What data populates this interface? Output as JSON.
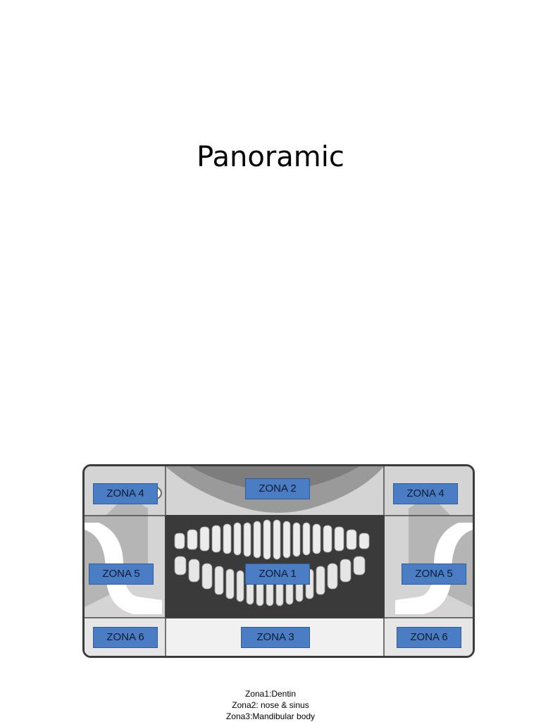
{
  "title": "Panoramic",
  "zones": {
    "zona4_left": "ZONA 4",
    "zona2": "ZONA 2",
    "zona4_right": "ZONA 4",
    "zona5_left": "ZONA 5",
    "zona1": "ZONA 1",
    "zona5_right": "ZONA 5",
    "zona6_left": "ZONA 6",
    "zona3": "ZONA 3",
    "zona6_right": "ZONA 6"
  },
  "legend": [
    "Zona1:Dentin",
    "Zona2: nose & sinus",
    "Zona3:Mandibular body"
  ],
  "colors": {
    "zone_box": "#4a7dc4",
    "frame": "#3c3c3c"
  }
}
